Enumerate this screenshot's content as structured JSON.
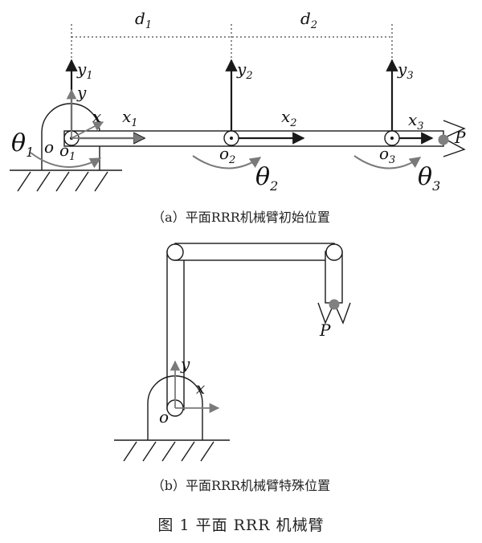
{
  "diagram_a": {
    "dims": {
      "d1": "d",
      "d1_sub": "1",
      "d2": "d",
      "d2_sub": "2"
    },
    "frames": {
      "y1": "y",
      "y1_sub": "1",
      "y2": "y",
      "y2_sub": "2",
      "y3": "y",
      "y3_sub": "3",
      "x1": "x",
      "x1_sub": "1",
      "x2": "x",
      "x2_sub": "2",
      "x3": "x",
      "x3_sub": "3",
      "base_y": "y",
      "base_x": "x"
    },
    "joints": {
      "o": "o",
      "o1": "o",
      "o1_sub": "1",
      "o2": "o",
      "o2_sub": "2",
      "o3": "o",
      "o3_sub": "3"
    },
    "angles": {
      "theta1": "θ",
      "theta1_sub": "1",
      "theta2": "θ",
      "theta2_sub": "2",
      "theta3": "θ",
      "theta3_sub": "3"
    },
    "end_point": "P",
    "caption": "（a）平面RRR机械臂初始位置"
  },
  "diagram_b": {
    "base_y": "y",
    "base_x": "x",
    "origin": "o",
    "end_point": "P",
    "caption": "（b）平面RRR机械臂特殊位置"
  },
  "figure_title": "图 1 平面 RRR 机械臂",
  "colors": {
    "ink": "#1a1a1a",
    "gray": "#7a7a7a",
    "point": "#808080"
  }
}
